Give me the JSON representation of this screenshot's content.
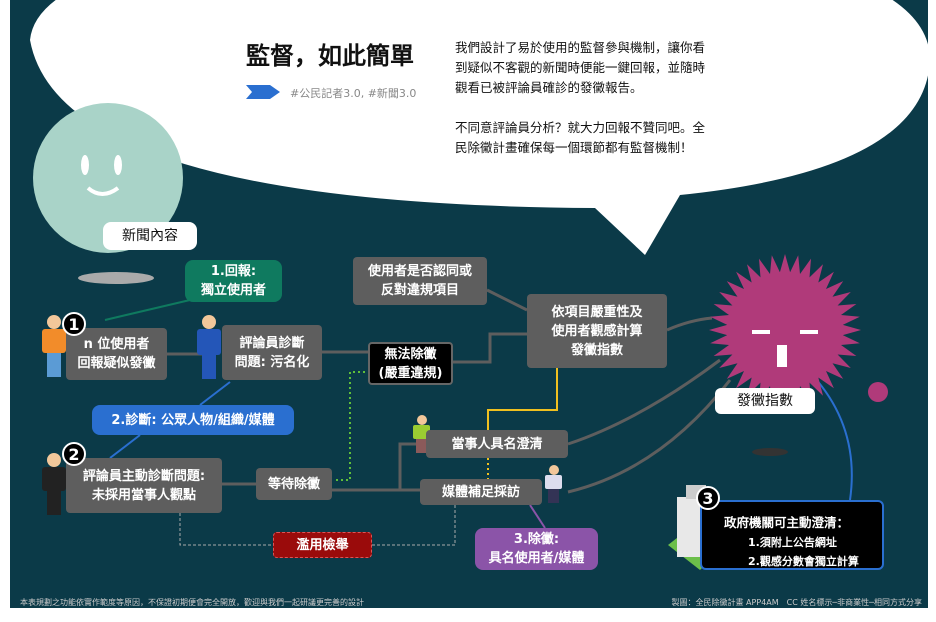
{
  "header": {
    "title": "監督，如此簡單",
    "tags": "#公民記者3.0, #新聞3.0",
    "intro": [
      "我們設計了易於使用的監督參與機制，讓你看到疑似不客觀的新聞時便能一鍵回報，並隨時觀看已被評論員確診的發黴報告。",
      "不同意評論員分析？就大力回報不贊同吧。全民除黴計畫確保每一個環節都有監督機制！"
    ]
  },
  "labels": {
    "news_content": "新聞內容",
    "mold_index": "發黴指數"
  },
  "steps": {
    "s1": "1",
    "s2": "2",
    "s3": "3"
  },
  "nodes": {
    "users_report": "n 位使用者\n回報疑似發黴",
    "step1_report": "1.回報:\n獨立使用者",
    "reviewer_diagnose": "評論員診斷\n問題: 污名化",
    "user_agree": "使用者是否認同或\n反對違規項目",
    "cannot_clear": "無法除黴\n(嚴重違規)",
    "calc_index": "依項目嚴重性及\n使用者觀感計算\n發黴指數",
    "step2_diagnose": "2.診斷: 公眾人物/組織/媒體",
    "reviewer_active": "評論員主動診斷問題:\n未採用當事人觀點",
    "wait_clear": "等待除黴",
    "party_clarify": "當事人具名澄清",
    "media_interview": "媒體補足採訪",
    "step3_clear": "3.除黴:\n具名使用者/媒體",
    "abuse_report": "濫用檢舉",
    "gov_title": "政府機關可主動澄清：",
    "gov_item1": "1.須附上公告網址",
    "gov_item2": "2.觀感分數會獨立計算"
  },
  "footer": {
    "left": "本表規劃之功能依實作範度等原因，不保證初期便會完全開放，歡迎與我們一起研議更完善的設計",
    "right": "製圖：全民除黴計畫 APP4AM　CC 姓名標示─非商業性─相同方式分享"
  },
  "colors": {
    "bg": "#0b3a48",
    "node": "#5e5e5e",
    "green": "#0f7a5f",
    "blue": "#2a6fd0",
    "purple": "#8b54a8",
    "red": "#9a0b0b",
    "creature": "#b03a7a"
  }
}
